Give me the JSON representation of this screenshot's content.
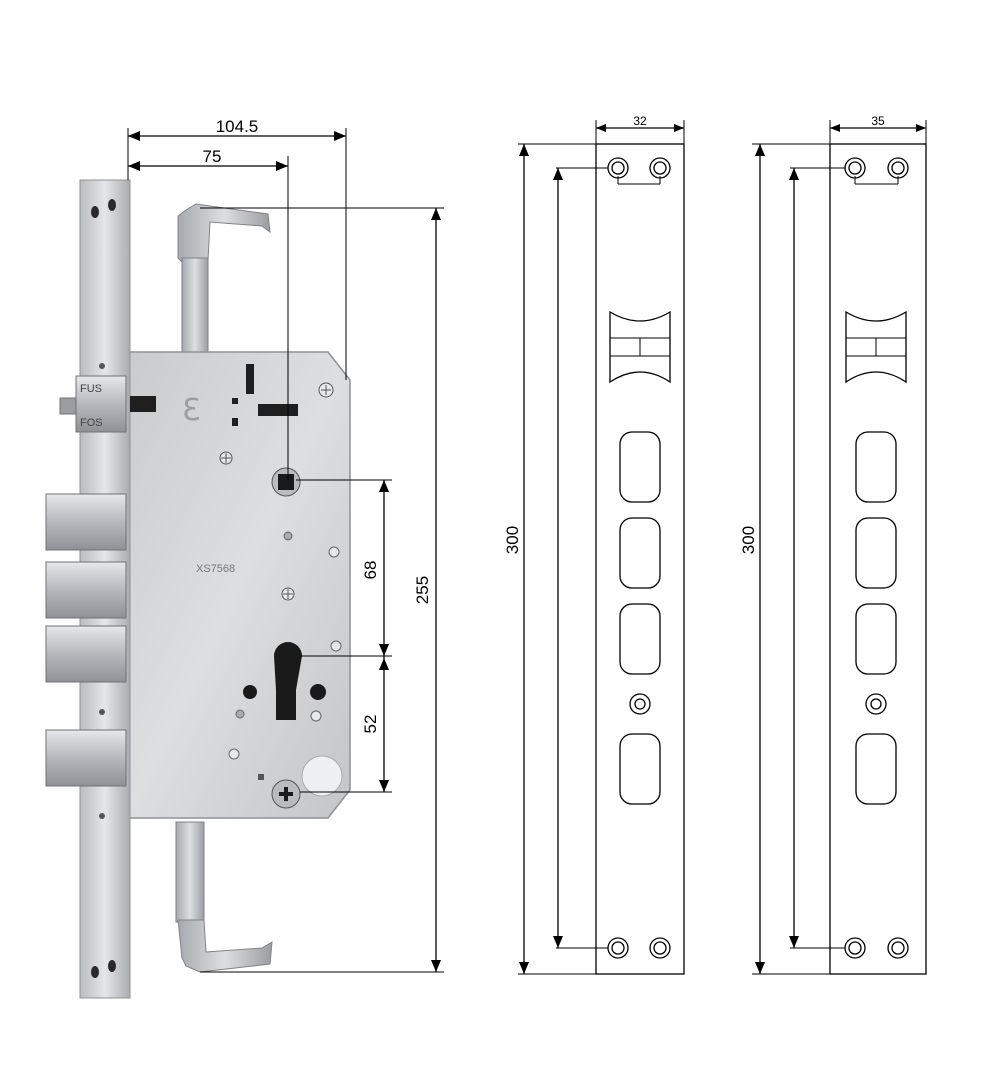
{
  "colors": {
    "steel_light": "#d6d8da",
    "steel_mid": "#b9bcbf",
    "steel_dark": "#8e9296",
    "line": "#000000",
    "background": "#ffffff"
  },
  "lock": {
    "dim_width_total": "104.5",
    "dim_backset": "75",
    "dim_height_bolts": "255",
    "dim_upper_spacing": "68",
    "dim_lower_spacing": "52",
    "body_marking": "XS7568",
    "label_top_tab": "FUS",
    "label_bottom_tab": "FOS"
  },
  "strike_plate_1": {
    "dim_width": "32",
    "dim_length": "300"
  },
  "strike_plate_2": {
    "dim_width": "35",
    "dim_length": "300"
  }
}
